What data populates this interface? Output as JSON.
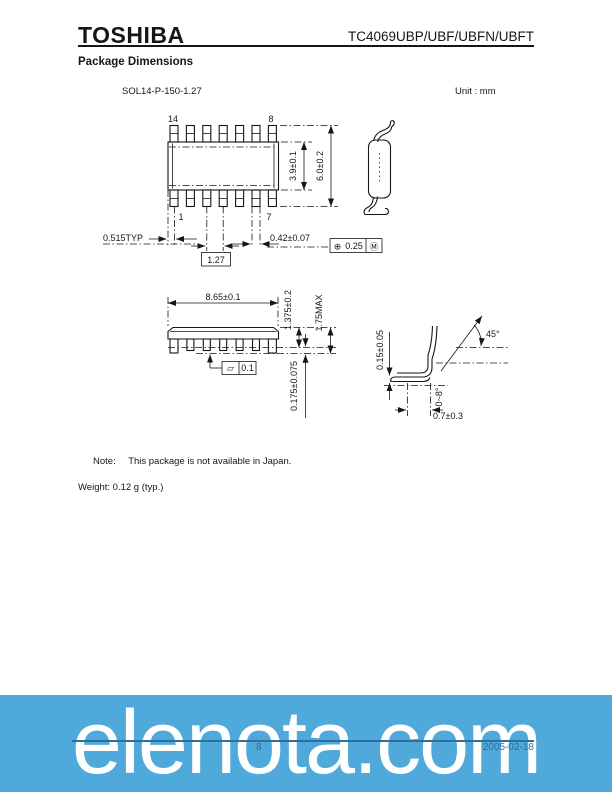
{
  "header": {
    "brand": "TOSHIBA",
    "part_number": "TC4069UBP/UBF/UBFN/UBFT",
    "section_title": "Package Dimensions"
  },
  "drawing": {
    "package_code": "SOL14-P-150-1.27",
    "unit_label": "Unit : mm",
    "pins": {
      "top_left": "14",
      "top_right": "8",
      "bottom_left": "1",
      "bottom_right": "7"
    },
    "dims": {
      "body_width": "3.9±0.1",
      "overall_width": "6.0±0.2",
      "edge_to_pin": "0.515TYP",
      "lead_pitch": "1.27",
      "lead_width": "0.42±0.07",
      "true_position_symbol": "⊕",
      "true_position_tol": "0.25",
      "mmc_symbol": "Ⓜ",
      "body_length": "8.65±0.1",
      "body_thickness": "1.375±0.2",
      "overall_height": "1.75MAX",
      "standoff": "0.175±0.075",
      "flatness_symbol": "▱",
      "flatness_tol": "0.1",
      "lead_thickness": "0.15±0.05",
      "chamfer_angle": "45°",
      "lead_angle_range": "0~8°",
      "foot_length": "0.7±0.3"
    }
  },
  "note": {
    "label": "Note:",
    "text": "This package is not available in Japan."
  },
  "weight_text": "Weight: 0.12 g (typ.)",
  "footer": {
    "page_number": "8",
    "date": "2005-02-18"
  },
  "watermark": {
    "text": "elenota.com"
  },
  "colors": {
    "band": "#4fa9da",
    "footer_text": "#2e6f9c",
    "watermark_text": "#ffffff"
  }
}
